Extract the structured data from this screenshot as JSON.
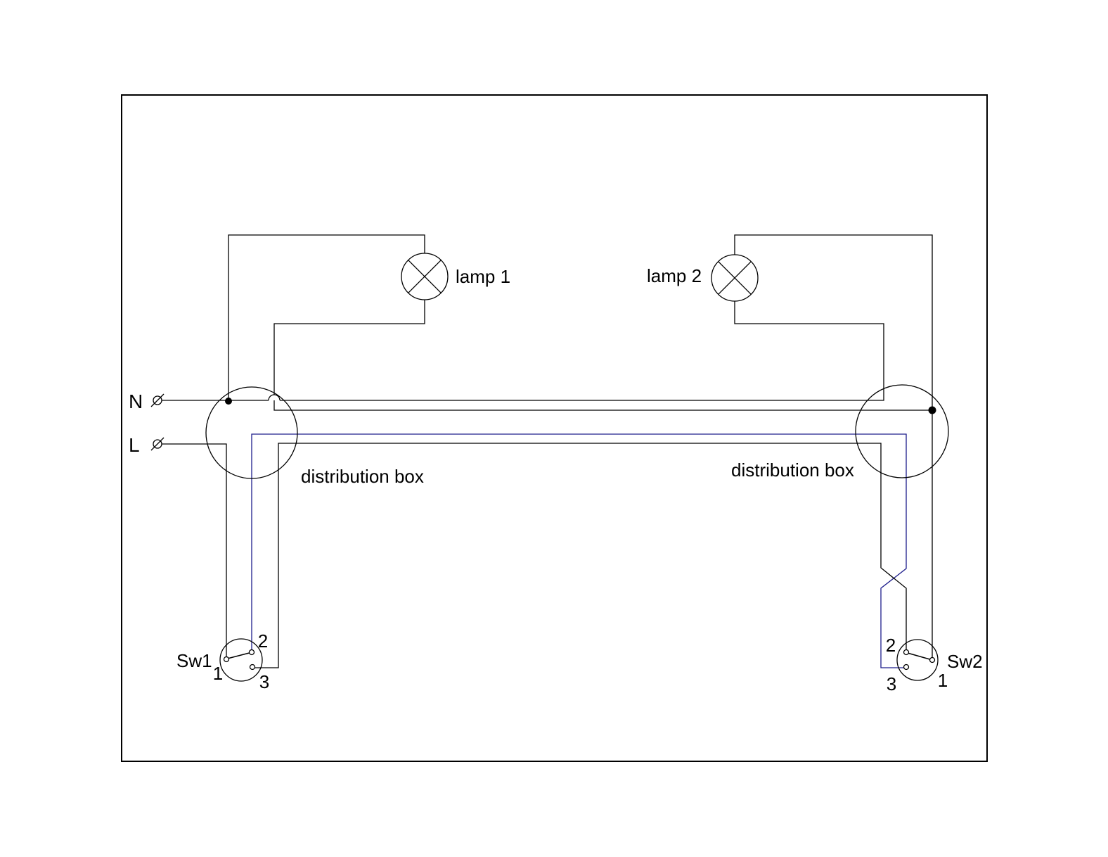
{
  "colors": {
    "line": "#000000",
    "traveler": "#1E1E8C",
    "background": "#FFFFFF"
  },
  "supply": {
    "neutral_label": "N",
    "live_label": "L"
  },
  "lamps": {
    "lamp1_label": "lamp 1",
    "lamp2_label": "lamp 2"
  },
  "boxes": {
    "left_label": "distribution box",
    "right_label": "distribution box"
  },
  "switches": {
    "sw1": {
      "label": "Sw1",
      "t1": "1",
      "t2": "2",
      "t3": "3"
    },
    "sw2": {
      "label": "Sw2",
      "t1": "1",
      "t2": "2",
      "t3": "3"
    }
  }
}
